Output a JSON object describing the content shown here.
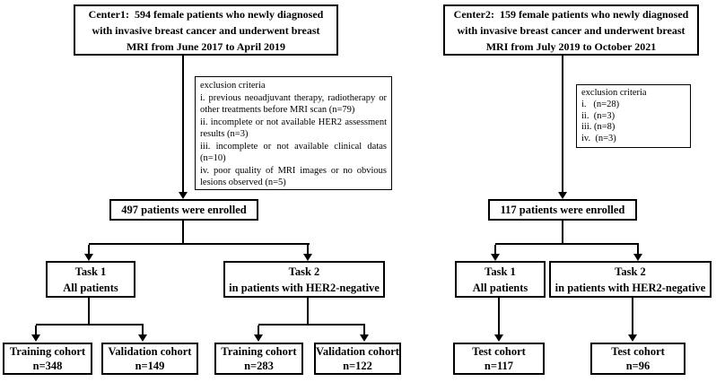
{
  "left": {
    "source": {
      "lines": [
        "Center1:  594 female patients who newly diagnosed",
        "with invasive breast cancer and underwent breast",
        "MRI from June 2017 to April 2019"
      ]
    },
    "exclusion": {
      "title": "exclusion criteria",
      "items": [
        "i. previous neoadjuvant therapy, radiotherapy or other treatments before MRI scan (n=79)",
        "ii. incomplete or not available HER2 assessment results (n=3)",
        "iii. incomplete or not available clinical datas (n=10)",
        "iv. poor quality of MRI images or no obvious lesions observed (n=5)"
      ]
    },
    "enrolled": "497 patients were enrolled",
    "task1": {
      "title": "Task 1",
      "subtitle": "All patients"
    },
    "task2": {
      "title": "Task 2",
      "subtitle": "in patients with HER2-negative"
    },
    "cohorts": [
      {
        "label": "Training cohort",
        "n": "n=348"
      },
      {
        "label": "Validation cohort",
        "n": "n=149"
      },
      {
        "label": "Training cohort",
        "n": "n=283"
      },
      {
        "label": "Validation cohort",
        "n": "n=122"
      }
    ]
  },
  "right": {
    "source": {
      "lines": [
        "Center2:  159 female patients who newly diagnosed",
        "with invasive breast cancer and underwent breast",
        "MRI from July 2019 to October 2021"
      ]
    },
    "exclusion": {
      "title": "exclusion criteria",
      "items": [
        "i.   (n=28)",
        "ii.  (n=3)",
        "iii. (n=8)",
        "iv.  (n=3)"
      ]
    },
    "enrolled": "117 patients were enrolled",
    "task1": {
      "title": "Task 1",
      "subtitle": "All patients"
    },
    "task2": {
      "title": "Task 2",
      "subtitle": "in patients with HER2-negative"
    },
    "cohorts": [
      {
        "label": "Test cohort",
        "n": "n=117"
      },
      {
        "label": "Test cohort",
        "n": "n=96"
      }
    ]
  },
  "colors": {
    "line": "#000000",
    "box_border": "#000000",
    "background": "#ffffff",
    "text": "#000000"
  }
}
